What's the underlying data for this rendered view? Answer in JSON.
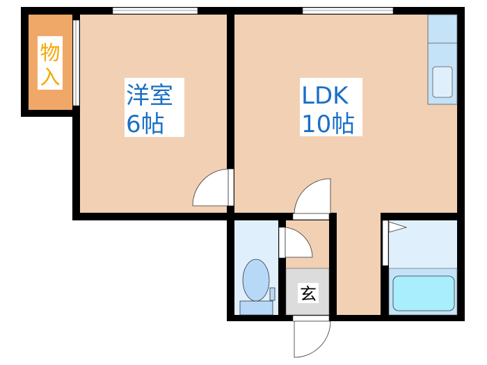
{
  "rooms": {
    "closet": {
      "label_line1": "物",
      "label_line2": "入"
    },
    "western_room": {
      "name": "洋室",
      "size": "6帖"
    },
    "ldk": {
      "name": "LDK",
      "size": "10帖"
    },
    "entrance": {
      "label": "玄"
    }
  },
  "colors": {
    "wall": "#000000",
    "room_floor": "#f2d0b4",
    "closet_floor": "#f0a868",
    "wet_area": "#dff0fc",
    "bath_area": "#c4e2f8",
    "tub": "#a8eefc",
    "entrance_floor": "#dcdcdc",
    "room_label": "#1a6fc4",
    "closet_label": "#f5a800"
  }
}
